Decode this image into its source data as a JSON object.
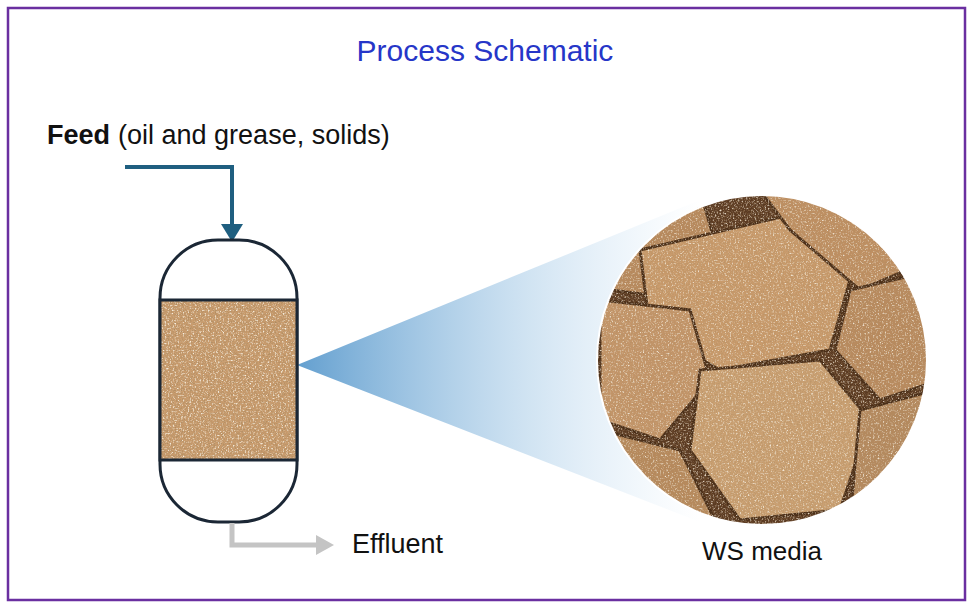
{
  "diagram": {
    "title": "Process Schematic",
    "labels": [
      "Feed",
      "(oil and grease, solids)",
      "Effluent",
      "WS media"
    ]
  }
}
